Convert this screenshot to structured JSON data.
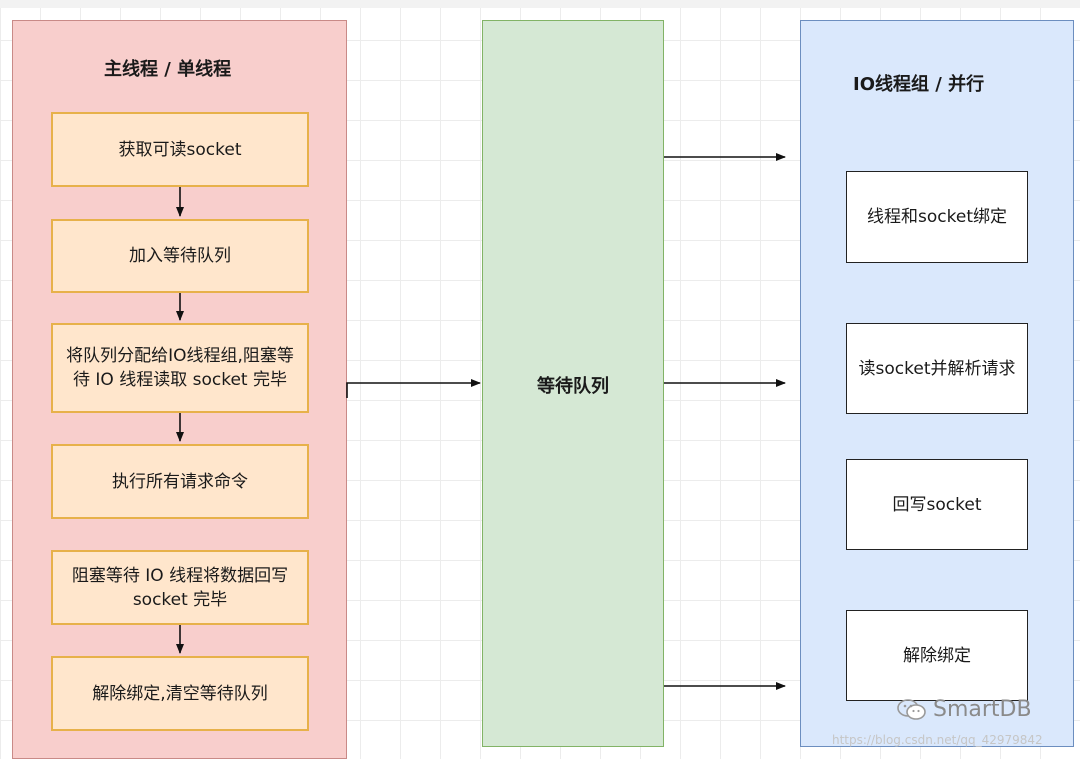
{
  "main_panel": {
    "title": "主线程 / 单线程",
    "steps": [
      "获取可读socket",
      "加入等待队列",
      "将队列分配给IO线程组,阻塞等待 IO 线程读取 socket 完毕",
      "执行所有请求命令",
      "阻塞等待 IO 线程将数据回写 socket 完毕",
      "解除绑定,清空等待队列"
    ]
  },
  "queue_panel": {
    "label": "等待队列"
  },
  "io_panel": {
    "title": "IO线程组 / 并行",
    "boxes": [
      "线程和socket绑定",
      "读socket并解析请求",
      "回写socket",
      "解除绑定"
    ]
  },
  "watermark": {
    "brand": "SmartDB",
    "url": "https://blog.csdn.net/qq_42979842"
  },
  "colors": {
    "main_fill": "#f8cecc",
    "step_fill": "#ffe6cc",
    "step_border": "#e7b14a",
    "queue_fill": "#d5e8d4",
    "io_fill": "#dae8fc"
  }
}
